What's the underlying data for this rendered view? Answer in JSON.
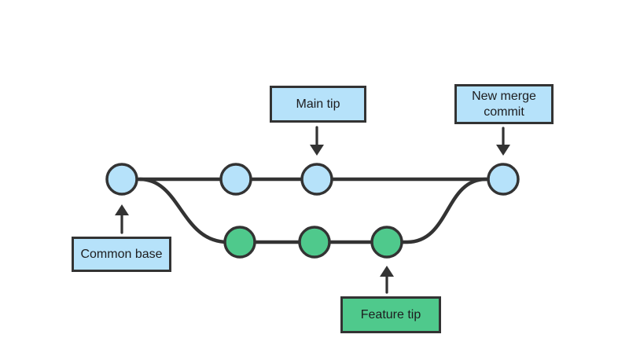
{
  "diagram": {
    "type": "git-branch-merge-diagram",
    "boxes": {
      "main_tip": {
        "label": "Main tip"
      },
      "new_merge_commit": {
        "label": "New merge commit"
      },
      "common_base": {
        "label": "Common base"
      },
      "feature_tip": {
        "label": "Feature tip"
      }
    },
    "structure": {
      "main_branch_commits": 4,
      "feature_branch_commits": 3,
      "merge_commit_count": 1
    },
    "colors": {
      "commit_blue": "#b6e2fa",
      "commit_green": "#4fc98c",
      "box_blue": "#b6e2fa",
      "box_green": "#4fc98c",
      "line": "#333333",
      "text": "#1d1d1f",
      "background": "#ffffff"
    }
  }
}
